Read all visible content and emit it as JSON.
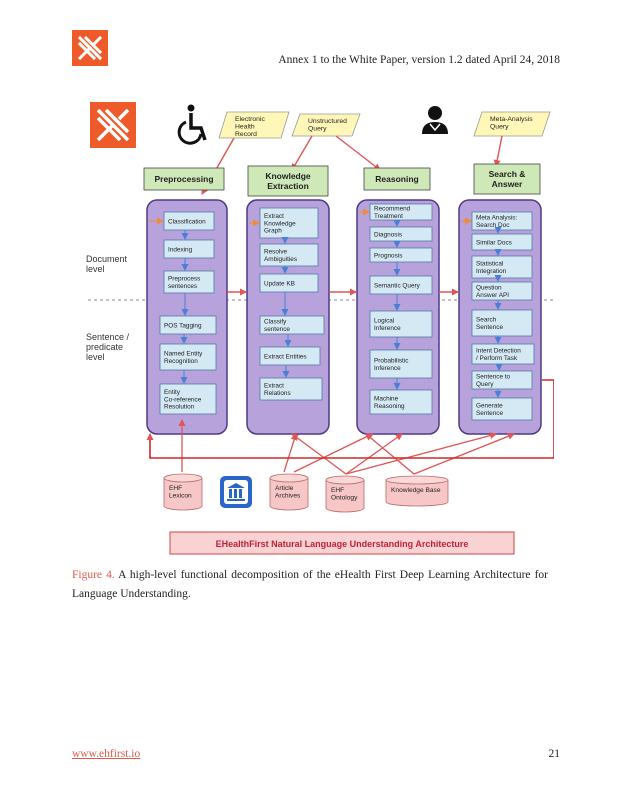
{
  "header": {
    "title": "Annex 1 to the White Paper, version 1.2 dated April 24, 2018"
  },
  "diagram": {
    "inputs": {
      "ehr": [
        "Electronic",
        "Health",
        "Record"
      ],
      "unstructured": [
        "Unstructured",
        "Query"
      ],
      "meta": [
        "Meta-Analysis",
        "Query"
      ]
    },
    "levels": {
      "document": [
        "Document",
        "level"
      ],
      "sentence": [
        "Sentence /",
        "predicate",
        "level"
      ]
    },
    "columns": [
      {
        "title": [
          "Preprocessing"
        ],
        "items": [
          [
            "Classification"
          ],
          [
            "Indexing"
          ],
          [
            "Preprocess",
            "sentences"
          ],
          [
            "POS Tagging"
          ],
          [
            "Named Entity",
            "Recognition"
          ],
          [
            "Entity",
            "Co-reference",
            "Resolution"
          ]
        ]
      },
      {
        "title": [
          "Knowledge",
          "Extraction"
        ],
        "items": [
          [
            "Extract",
            "Knowledge",
            "Graph"
          ],
          [
            "Resolve",
            "Ambiguities"
          ],
          [
            "Update KB"
          ],
          [
            "Classify",
            "sentence"
          ],
          [
            "Extract Entities"
          ],
          [
            "Extract",
            "Relations"
          ]
        ]
      },
      {
        "title": [
          "Reasoning"
        ],
        "items": [
          [
            "Recommend",
            "Treatment"
          ],
          [
            "Diagnosis"
          ],
          [
            "Prognosis"
          ],
          [
            "Semantic Query"
          ],
          [
            "Logical",
            "Inference"
          ],
          [
            "Probabilistic",
            "Inference"
          ],
          [
            "Machine",
            "Reasoning"
          ]
        ]
      },
      {
        "title": [
          "Search &",
          "Answer"
        ],
        "items": [
          [
            "Meta Analysis:",
            "Search Doc"
          ],
          [
            "Similar Docs"
          ],
          [
            "Statistical",
            "Integration"
          ],
          [
            "Question",
            "Answer API"
          ],
          [
            "Search",
            "Sentence"
          ],
          [
            "Intent Detection",
            "/ Perform Task"
          ],
          [
            "Sentence to",
            "Query"
          ],
          [
            "Generate",
            "Sentence"
          ]
        ]
      }
    ],
    "stores": {
      "lexicon": [
        "EHF",
        "Lexicon"
      ],
      "articles": [
        "Article",
        "Archives"
      ],
      "ontology": [
        "EHF",
        "Ontology"
      ],
      "kb": [
        "Knowledge Base"
      ]
    },
    "banner": "EHealthFirst Natural Language Understanding Architecture"
  },
  "caption": {
    "figure_label": "Figure 4.",
    "text": "A high-level functional decomposition of the eHealth First Deep Learning Architecture for Language Understanding."
  },
  "footer": {
    "link": "www.ehfirst.io",
    "page": "21"
  }
}
